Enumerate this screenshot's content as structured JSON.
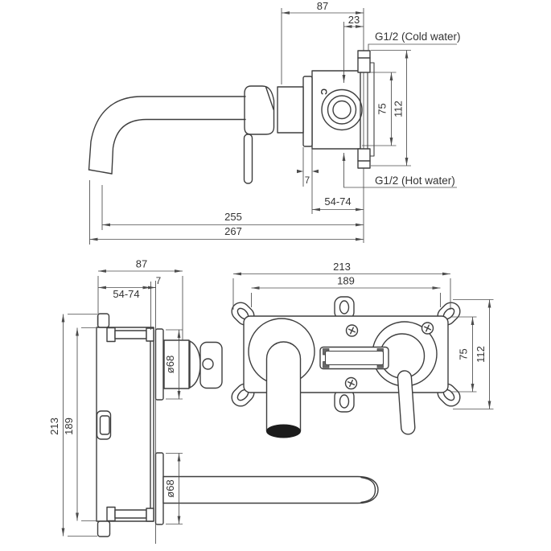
{
  "colors": {
    "background": "#ffffff",
    "line": "#3e3e3e",
    "dimension_line": "#4c4c4c",
    "text": "#333333",
    "spout_opening": "#1c1c1c"
  },
  "labels": {
    "cold_water": "G1/2 (Cold water)",
    "hot_water": "G1/2 (Hot water)"
  },
  "top_view": {
    "body_mark": "C",
    "dims": {
      "d87": "87",
      "d23": "23",
      "d75": "75",
      "d112": "112",
      "d7": "7",
      "d54_74": "54-74",
      "d255": "255",
      "d267": "267"
    }
  },
  "side_view": {
    "dims": {
      "d87": "87",
      "d7": "7",
      "d54_74": "54-74",
      "d213": "213",
      "d189": "189",
      "d68_top": "ø68",
      "d68_bottom": "ø68"
    }
  },
  "front_view": {
    "dims": {
      "d213": "213",
      "d189": "189",
      "d75": "75",
      "d112": "112"
    }
  }
}
